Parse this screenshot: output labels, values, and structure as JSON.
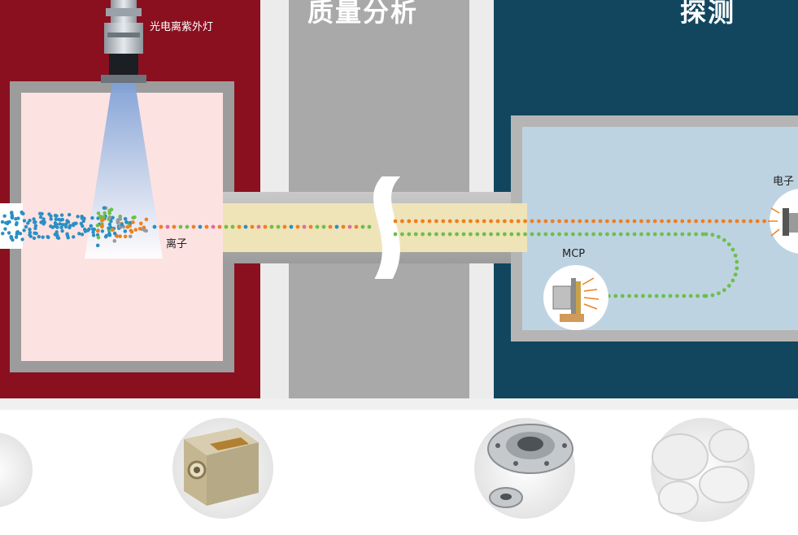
{
  "diagram": {
    "sections": {
      "mass_analysis": "质量分析",
      "detection": "探测"
    },
    "labels": {
      "uv_lamp": "光电离紫外灯",
      "ions": "离子",
      "mcp": "MCP",
      "electron": "电子"
    },
    "colors": {
      "ionization_panel": "#8a1020",
      "ionization_chamber": "#fde2e2",
      "analysis_panel": "#a9a9a9",
      "detection_panel": "#11465e",
      "detection_chamber": "#bed3e2",
      "flight_tube": "#efe3b8",
      "ion_orange": "#f07f1f",
      "ion_green": "#6cc04a",
      "ion_blue": "#2a8fc4"
    }
  },
  "products": [
    {
      "name": "uv-lamp-module-photo"
    },
    {
      "name": "mcp-detector-photo"
    },
    {
      "name": "wafer-discs-photo"
    }
  ]
}
